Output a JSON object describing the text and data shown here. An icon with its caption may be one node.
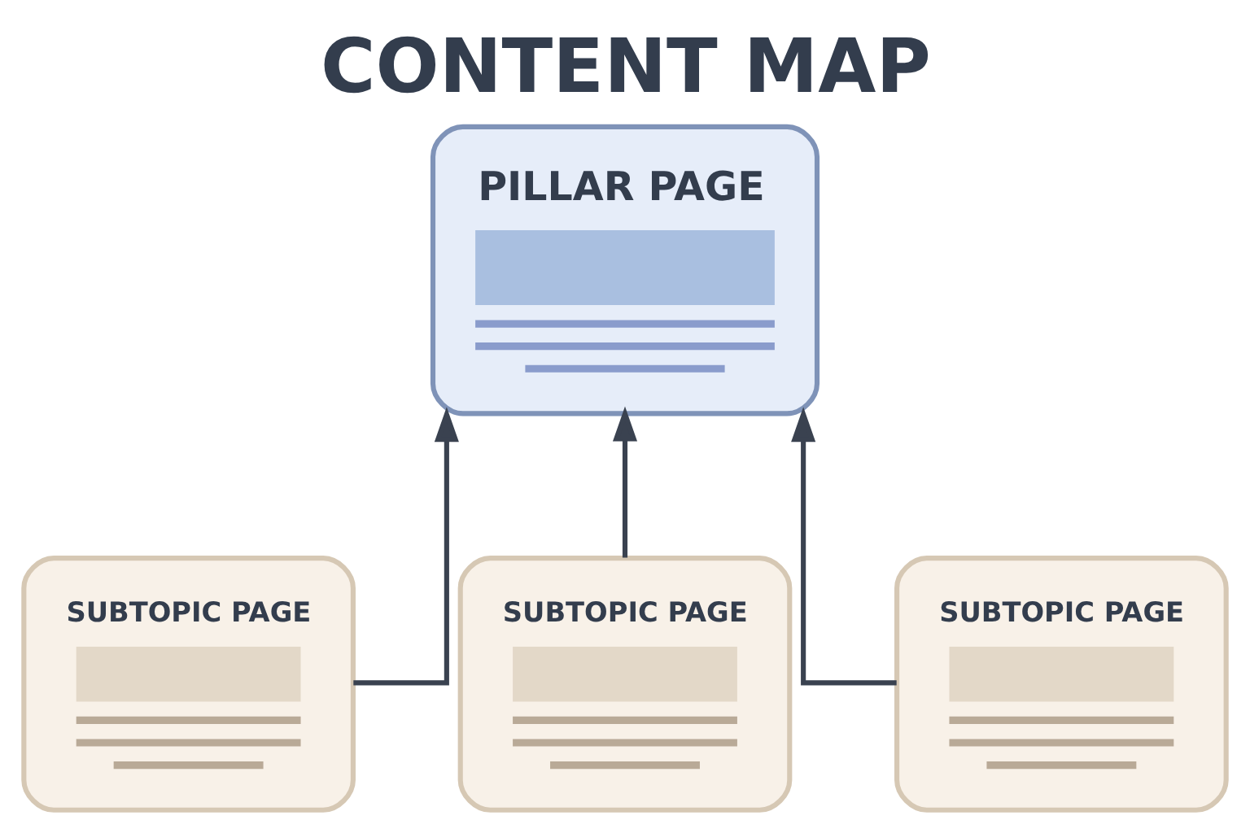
{
  "diagram": {
    "title": "CONTENT MAP",
    "nodes": [
      {
        "text": [
          "PILLAR PAGE"
        ]
      },
      {
        "text": [
          "SUBTOPIC PAGE"
        ]
      },
      {
        "text": [
          "SUBTOPIC PAGE"
        ]
      },
      {
        "text": [
          "SUBTOPIC PAGE"
        ]
      }
    ],
    "edges": [
      {
        "from": 1,
        "to": 0,
        "arrow": "to"
      },
      {
        "from": 2,
        "to": 0,
        "arrow": "to"
      },
      {
        "from": 3,
        "to": 0,
        "arrow": "to"
      }
    ]
  }
}
